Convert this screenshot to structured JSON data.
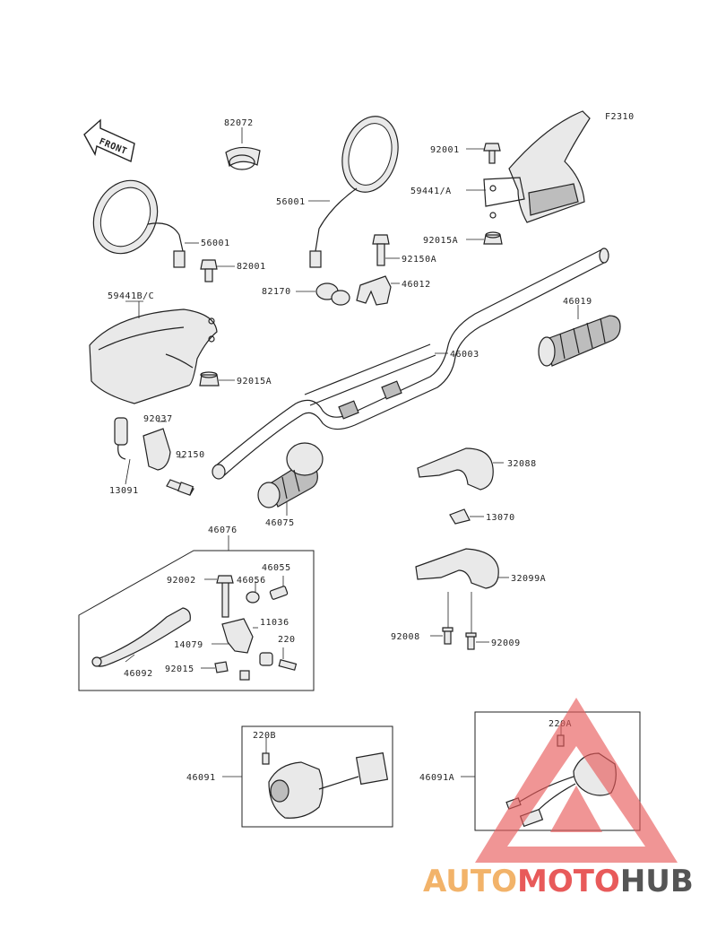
{
  "figure_code": "F2310",
  "front_arrow": "FRONT",
  "parts": [
    {
      "id": "82072",
      "label": "82072"
    },
    {
      "id": "56001_left",
      "label": "56001"
    },
    {
      "id": "56001_right",
      "label": "56001"
    },
    {
      "id": "92001",
      "label": "92001"
    },
    {
      "id": "59441_a",
      "label": "59441/A"
    },
    {
      "id": "92015a_top",
      "label": "92015A"
    },
    {
      "id": "92150a",
      "label": "92150A"
    },
    {
      "id": "82001",
      "label": "82001"
    },
    {
      "id": "82170",
      "label": "82170"
    },
    {
      "id": "46012",
      "label": "46012"
    },
    {
      "id": "59441b_c",
      "label": "59441B/C"
    },
    {
      "id": "46019",
      "label": "46019"
    },
    {
      "id": "46003",
      "label": "46003"
    },
    {
      "id": "92015a_left",
      "label": "92015A"
    },
    {
      "id": "92037",
      "label": "92037"
    },
    {
      "id": "92150",
      "label": "92150"
    },
    {
      "id": "13091",
      "label": "13091"
    },
    {
      "id": "32088",
      "label": "32088"
    },
    {
      "id": "46075",
      "label": "46075"
    },
    {
      "id": "13070",
      "label": "13070"
    },
    {
      "id": "46076",
      "label": "46076"
    },
    {
      "id": "46055",
      "label": "46055"
    },
    {
      "id": "92002",
      "label": "92002"
    },
    {
      "id": "46056",
      "label": "46056"
    },
    {
      "id": "32099a",
      "label": "32099A"
    },
    {
      "id": "11036",
      "label": "11036"
    },
    {
      "id": "14079",
      "label": "14079"
    },
    {
      "id": "220",
      "label": "220"
    },
    {
      "id": "92015",
      "label": "92015"
    },
    {
      "id": "46092",
      "label": "46092"
    },
    {
      "id": "92008",
      "label": "92008"
    },
    {
      "id": "92009",
      "label": "92009"
    },
    {
      "id": "220b",
      "label": "220B"
    },
    {
      "id": "220a",
      "label": "220A"
    },
    {
      "id": "46091",
      "label": "46091"
    },
    {
      "id": "46091a",
      "label": "46091A"
    }
  ],
  "watermark": {
    "part1": "AUTO",
    "part2": "MOTO",
    "part3": "HUB",
    "colors": {
      "auto": "#f2b36a",
      "moto": "#e85a5a",
      "hub": "#555555",
      "triangle": "#e85a5a"
    }
  }
}
